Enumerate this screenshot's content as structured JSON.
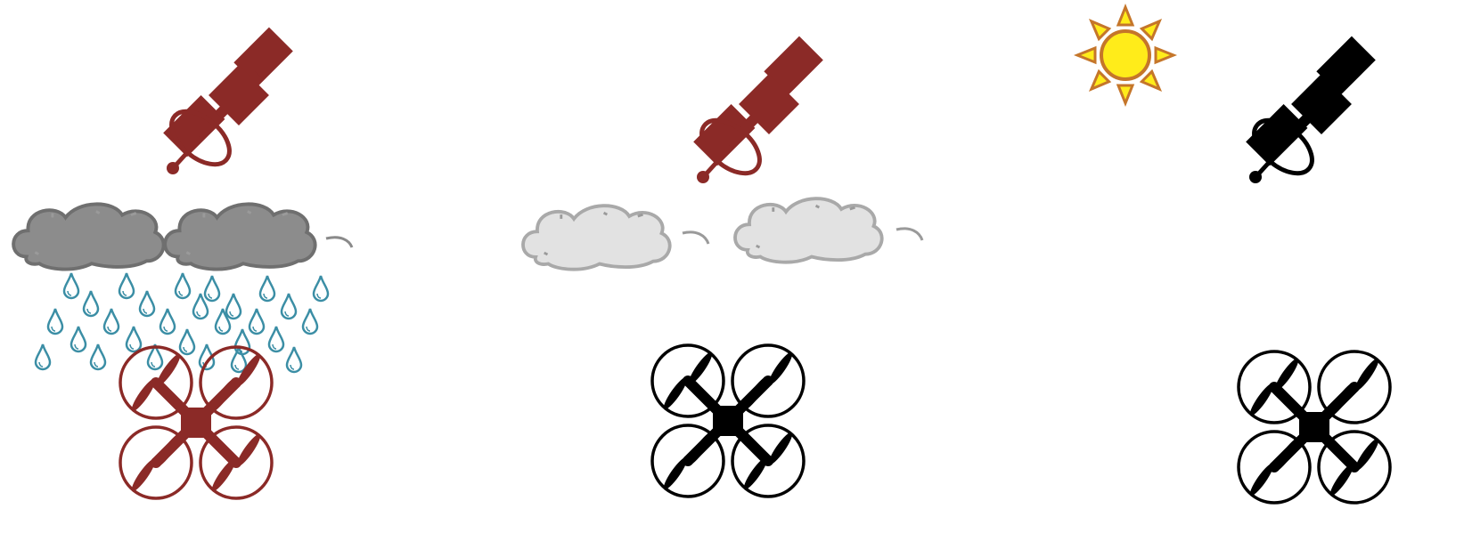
{
  "scenes": [
    {
      "id": "rain",
      "weather": [
        "dark-cloud-icon",
        "dark-cloud-icon",
        "rain-drops-icon"
      ],
      "satellite": {
        "icon": "satellite-icon",
        "color": "#8b2a27"
      },
      "drone": {
        "icon": "quadcopter-drone-icon",
        "color": "#8b2a27"
      }
    },
    {
      "id": "cloudy",
      "weather": [
        "light-cloud-icon",
        "light-cloud-icon"
      ],
      "satellite": {
        "icon": "satellite-icon",
        "color": "#8b2a27"
      },
      "drone": {
        "icon": "quadcopter-drone-icon",
        "color": "#000000"
      }
    },
    {
      "id": "sunny",
      "weather": [
        "sun-icon"
      ],
      "satellite": {
        "icon": "satellite-icon",
        "color": "#000000"
      },
      "drone": {
        "icon": "quadcopter-drone-icon",
        "color": "#000000"
      }
    }
  ],
  "colors": {
    "impaired": "#8b2a27",
    "nominal": "#000000",
    "dark_cloud_fill": "#8c8c8c",
    "light_cloud_fill": "#e2e2e2",
    "rain": "#3b8ea5",
    "sun_fill": "#ffec1a",
    "sun_stroke": "#c5762a"
  }
}
